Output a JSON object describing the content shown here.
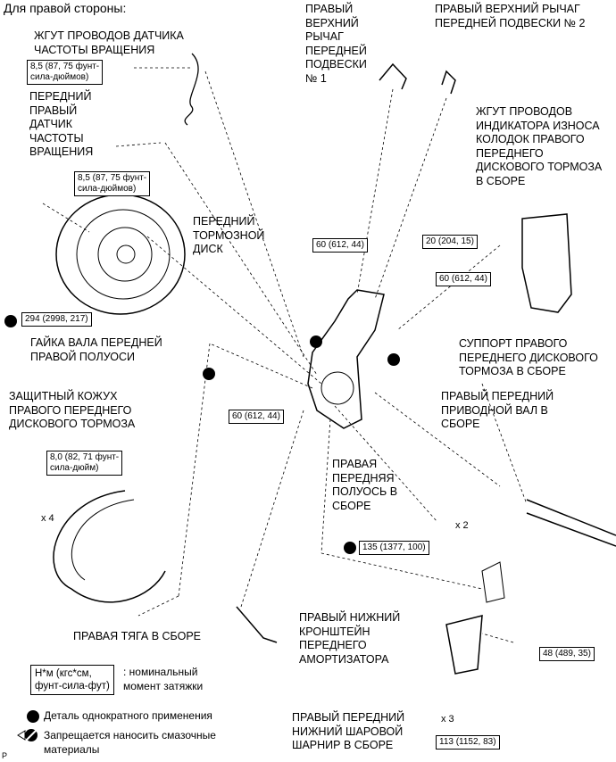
{
  "header": "Для правой стороны:",
  "labels": {
    "wire_speed_sensor": "ЖГУТ ПРОВОДОВ ДАТЧИКА\nЧАСТОТЫ ВРАЩЕНИЯ",
    "front_speed_sensor": "ПЕРЕДНИЙ\nПРАВЫЙ\nДАТЧИК\nЧАСТОТЫ\nВРАЩЕНИЯ",
    "upper_arm_1": "ПРАВЫЙ\nВЕРХНИЙ\nРЫЧАГ\nПЕРЕДНЕЙ\nПОДВЕСКИ\n№ 1",
    "upper_arm_2": "ПРАВЫЙ ВЕРХНИЙ РЫЧАГ\nПЕРЕДНЕЙ ПОДВЕСКИ № 2",
    "pad_wear_wire": "ЖГУТ ПРОВОДОВ\nИНДИКАТОРА ИЗНОСА\nКОЛОДОК ПРАВОГО\nПЕРЕДНЕГО\nДИСКОВОГО ТОРМОЗА\nВ СБОРЕ",
    "brake_disc": "ПЕРЕДНИЙ\nТОРМОЗНОЙ\nДИСК",
    "axle_nut": "ГАЙКА ВАЛА ПЕРЕДНЕЙ\nПРАВОЙ ПОЛУОСИ",
    "caliper": "СУППОРТ ПРАВОГО\nПЕРЕДНЕГО ДИСКОВОГО\nТОРМОЗА В СБОРЕ",
    "dust_cover": "ЗАЩИТНЫЙ КОЖУХ\nПРАВОГО ПЕРЕДНЕГО\nДИСКОВОГО ТОРМОЗА",
    "drive_shaft": "ПРАВЫЙ ПЕРЕДНИЙ\nПРИВОДНОЙ ВАЛ В\nСБОРЕ",
    "axle_hub": "ПРАВАЯ\nПЕРЕДНЯЯ\nПОЛУОСЬ В\nСБОРЕ",
    "tie_rod": "ПРАВАЯ ТЯГА В СБОРЕ",
    "absorber_bracket": "ПРАВЫЙ НИЖНИЙ\nКРОНШТЕЙН\nПЕРЕДНЕГО\nАМОРТИЗАТОРА",
    "ball_joint": "ПРАВЫЙ ПЕРЕДНИЙ\nНИЖНИЙ ШАРОВОЙ\nШАРНИР В СБОРЕ"
  },
  "torques": {
    "t_wire": "8,5 (87, 75 фунт-\nсила-дюймов)",
    "t_sensor": "8,5 (87, 75 фунт-\nсила-дюймов)",
    "t_nut": "294 (2998, 217)",
    "t_upper1": "60 (612, 44)",
    "t_caliper": "20 (204, 15)",
    "t_upper2": "60 (612, 44)",
    "t_tierod": "60 (612, 44)",
    "t_cover": "8,0 (82, 71 фунт-\nсила-дюйм)",
    "t_shaft": "135 (1377, 100)",
    "t_bracket": "48 (489, 35)",
    "t_ball": "113 (1152, 83)"
  },
  "counts": {
    "x4": "x 4",
    "x2": "x 2",
    "x3": "x 3"
  },
  "legend": {
    "unit_box": "Н*м (кгс*см,\nфунт-сила-фут)",
    "unit_desc": ": номинальный\nмомент затяжки",
    "non_reusable": "Деталь однократного применения",
    "no_grease": "Запрещается наносить смазочные\nматериалы"
  },
  "footer_mark": "P"
}
